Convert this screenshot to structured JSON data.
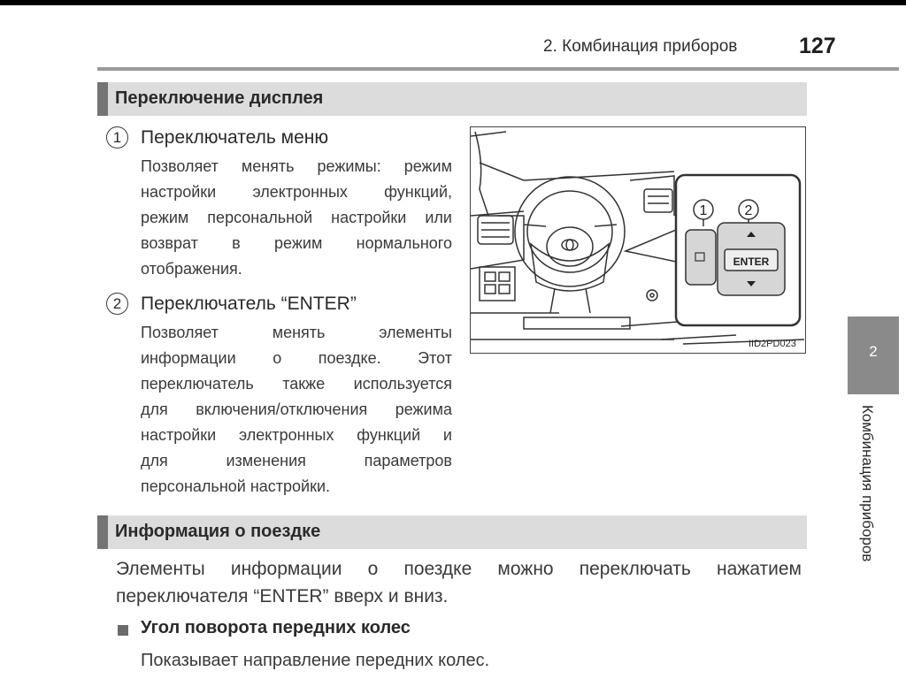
{
  "header": {
    "chapter_title": "2. Комбинация приборов",
    "page_number": "127"
  },
  "section1": {
    "title": "Переключение дисплея",
    "items": [
      {
        "num": "1",
        "title": "Переключатель меню",
        "lines": [
          "Позволяет менять режимы: режим",
          "настройки электронных функций,",
          "режим персональной настройки или",
          "возврат в режим нормального",
          "отображения."
        ]
      },
      {
        "num": "2",
        "title": "Переключатель “ENTER”",
        "lines": [
          "Позволяет менять элементы",
          "информации о поездке. Этот",
          "переключатель также используется",
          "для включения/отключения режима",
          "настройки электронных функций и",
          "для изменения параметров",
          "персональной настройки."
        ]
      }
    ],
    "illustration": {
      "code": "IID2PD023",
      "callout_1": "1",
      "callout_2": "2",
      "button_label": "ENTER"
    }
  },
  "section2": {
    "title": "Информация о поездке",
    "lines": [
      "Элементы информации о поездке можно переключать нажатием",
      "переключателя “ENTER” вверх и вниз."
    ],
    "bullet": {
      "title": "Угол поворота передних колес",
      "text": "Показывает направление передних колес."
    }
  },
  "side_tab": {
    "number": "2",
    "label": "Комбинация приборов"
  }
}
